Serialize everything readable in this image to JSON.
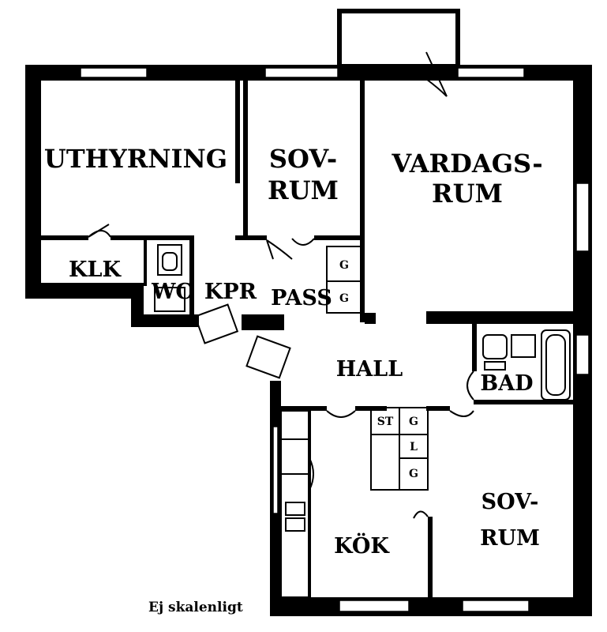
{
  "rooms": {
    "uthyrning": "UTHYRNING",
    "sov1_line1": "SOV-",
    "sov1_line2": "RUM",
    "vardag_line1": "VARDAGS-",
    "vardag_line2": "RUM",
    "klk": "KLK",
    "wc": "WC",
    "kpr": "KPR",
    "pass": "PASS",
    "hall": "HALL",
    "bad": "BAD",
    "kok": "KÖK",
    "sov2_line1": "SOV-",
    "sov2_line2": "RUM"
  },
  "fixtures": {
    "g_pass_1": "G",
    "g_pass_2": "G",
    "st": "ST",
    "g_hall_1": "G",
    "l": "L",
    "g_hall_2": "G"
  },
  "note": "Ej skalenligt"
}
